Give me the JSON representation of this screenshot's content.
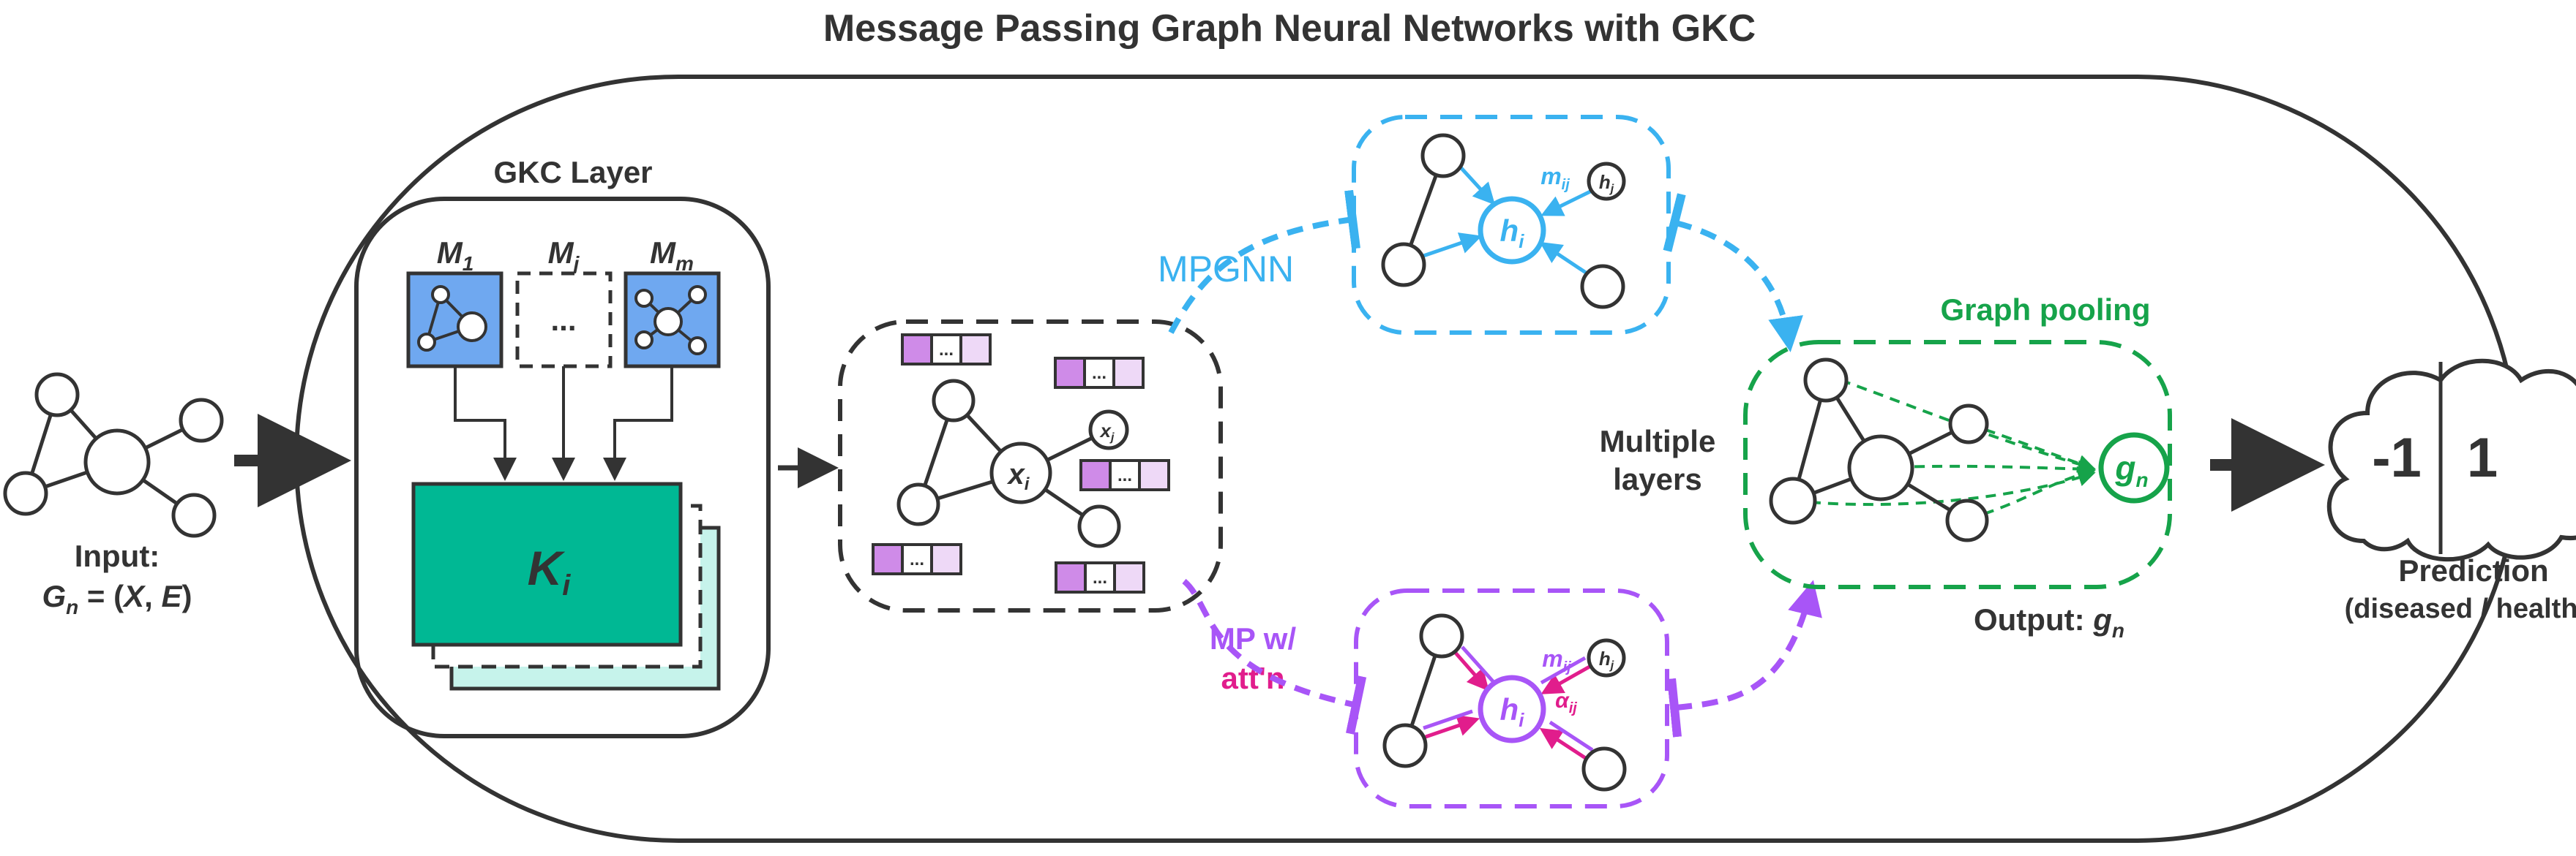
{
  "title": "Message Passing Graph Neural Networks with GKC",
  "input": {
    "label": "Input:",
    "formula": {
      "g": "G",
      "sub": "n",
      "rest": " = (",
      "x": "X",
      "comma": ", ",
      "e": "E",
      "close": ")"
    }
  },
  "gkc": {
    "title": "GKC Layer",
    "m1": {
      "base": "M",
      "sub": "1"
    },
    "mj": {
      "base": "M",
      "sub": "j"
    },
    "mm": {
      "base": "M",
      "sub": "m"
    },
    "ellipsis": "...",
    "kernel": {
      "base": "K",
      "sub": "i"
    }
  },
  "graph": {
    "node_x": {
      "base": "x",
      "sub": "i"
    },
    "node_xj": {
      "base": "x",
      "sub": "j"
    },
    "feature_ellipsis": "..."
  },
  "mpgnn": {
    "label": "MPGNN",
    "node_h": {
      "base": "h",
      "sub": "i"
    },
    "node_hj": {
      "base": "h",
      "sub": "j"
    },
    "msg": {
      "base": "m",
      "sub": "ij"
    }
  },
  "mp_att": {
    "label_line1": "MP w/",
    "label_line2": "att'n",
    "node_h": {
      "base": "h",
      "sub": "i"
    },
    "node_hj": {
      "base": "h",
      "sub": "j"
    },
    "msg": {
      "base": "m",
      "sub": "ij"
    },
    "alpha": {
      "base": "α",
      "sub": "ij"
    }
  },
  "pooling": {
    "label": "Graph pooling",
    "node_g": {
      "base": "g",
      "sub": "n"
    },
    "multiple_layers_1": "Multiple",
    "multiple_layers_2": "layers",
    "output_label": "Output: ",
    "output_sym": {
      "base": "g",
      "sub": "n"
    }
  },
  "prediction": {
    "neg": "-1",
    "pos": "1",
    "label": "Prediction",
    "sublabel": "(diseased / healthy)"
  },
  "colors": {
    "dark": "#333333",
    "blue": "#3ab2f0",
    "purple": "#a855f7",
    "magenta": "#e11d8c",
    "green": "#16a34a",
    "teal": "#00b894",
    "teal_light": "#c6f3eb",
    "motif_blue": "#6fa8f0",
    "feature_purple": "#cf8be8"
  }
}
